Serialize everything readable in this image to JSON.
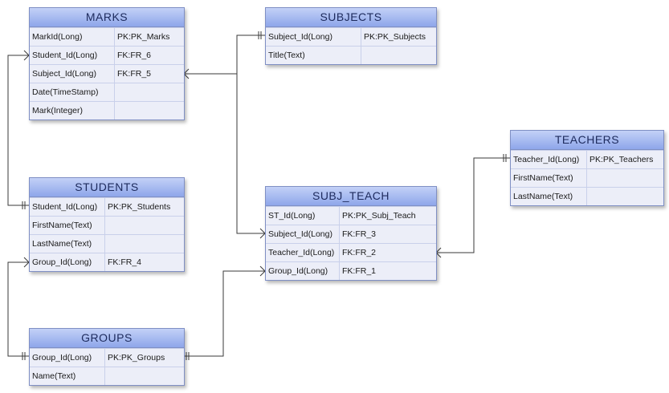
{
  "entities": {
    "marks": {
      "title": "MARKS",
      "rows": [
        {
          "field": "MarkId(Long)",
          "key": "PK:PK_Marks"
        },
        {
          "field": "Student_Id(Long)",
          "key": "FK:FR_6"
        },
        {
          "field": "Subject_Id(Long)",
          "key": "FK:FR_5"
        },
        {
          "field": "Date(TimeStamp)",
          "key": ""
        },
        {
          "field": "Mark(Integer)",
          "key": ""
        }
      ]
    },
    "subjects": {
      "title": "SUBJECTS",
      "rows": [
        {
          "field": "Subject_Id(Long)",
          "key": "PK:PK_Subjects"
        },
        {
          "field": "Title(Text)",
          "key": ""
        }
      ]
    },
    "students": {
      "title": "STUDENTS",
      "rows": [
        {
          "field": "Student_Id(Long)",
          "key": "PK:PK_Students"
        },
        {
          "field": "FirstName(Text)",
          "key": ""
        },
        {
          "field": "LastName(Text)",
          "key": ""
        },
        {
          "field": "Group_Id(Long)",
          "key": "FK:FR_4"
        }
      ]
    },
    "subj_teach": {
      "title": "SUBJ_TEACH",
      "rows": [
        {
          "field": "ST_Id(Long)",
          "key": "PK:PK_Subj_Teach"
        },
        {
          "field": "Subject_Id(Long)",
          "key": "FK:FR_3"
        },
        {
          "field": "Teacher_Id(Long)",
          "key": "FK:FR_2"
        },
        {
          "field": "Group_Id(Long)",
          "key": "FK:FR_1"
        }
      ]
    },
    "teachers": {
      "title": "TEACHERS",
      "rows": [
        {
          "field": "Teacher_Id(Long)",
          "key": "PK:PK_Teachers"
        },
        {
          "field": "FirstName(Text)",
          "key": ""
        },
        {
          "field": "LastName(Text)",
          "key": ""
        }
      ]
    },
    "groups": {
      "title": "GROUPS",
      "rows": [
        {
          "field": "Group_Id(Long)",
          "key": "PK:PK_Groups"
        },
        {
          "field": "Name(Text)",
          "key": ""
        }
      ]
    }
  },
  "colors": {
    "header_top": "#c3d1f7",
    "header_bottom": "#8ea6ea",
    "title_text": "#1d2a5c",
    "row_background": "#eceef8",
    "border": "#7f8fc4",
    "connector": "#3a3a3a"
  }
}
